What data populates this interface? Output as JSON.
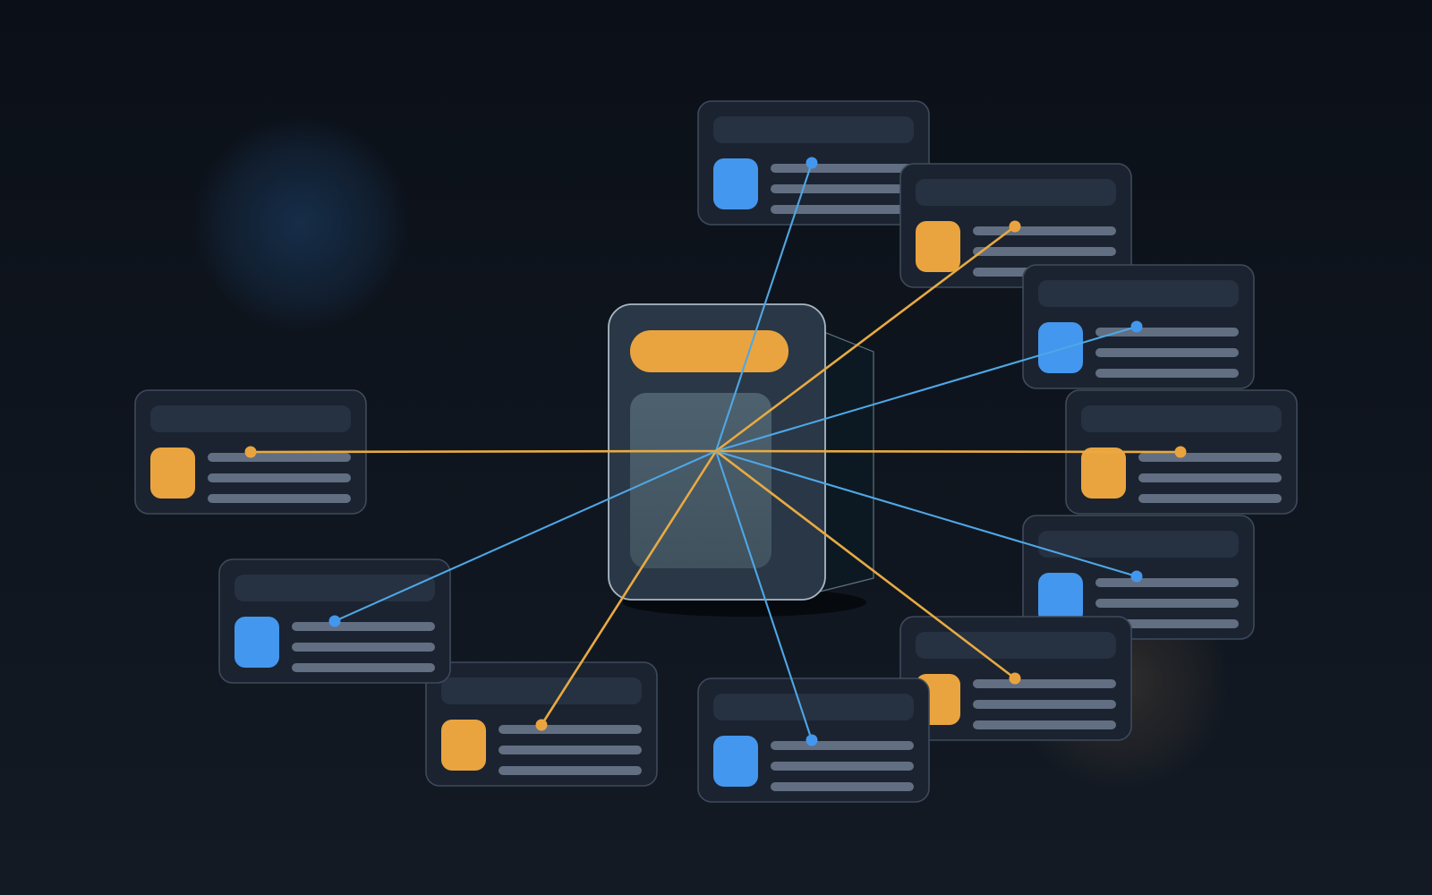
{
  "palette": {
    "background_top": "#0b1018",
    "background_bottom": "#131a24",
    "card_fill": "#1b2330",
    "card_stroke": "#3e4a5b",
    "card_title_bar": "#263142",
    "text_line": "#667387",
    "accent_blue": "#4497ee",
    "accent_orange": "#eaa43f",
    "link_blue": "#4ea7e6",
    "link_orange": "#e8aa42",
    "hub_body": "#2a3746",
    "hub_panel": "#465a67",
    "hub_side": "#0c1922",
    "hub_stroke": "#aab8c4",
    "glow_blue": "#17304d",
    "glow_orange": "#4b4038"
  },
  "diagram": {
    "hub": {
      "name": "central-server",
      "icon": "server-icon",
      "header_color": "orange"
    },
    "nodes": [
      {
        "id": "top-center",
        "accent": "blue"
      },
      {
        "id": "top-right",
        "accent": "orange"
      },
      {
        "id": "upper-right",
        "accent": "blue"
      },
      {
        "id": "right",
        "accent": "orange"
      },
      {
        "id": "lower-right",
        "accent": "blue"
      },
      {
        "id": "bottom-right",
        "accent": "orange"
      },
      {
        "id": "bottom-center",
        "accent": "blue"
      },
      {
        "id": "bottom-left",
        "accent": "orange"
      },
      {
        "id": "lower-left",
        "accent": "blue"
      },
      {
        "id": "left",
        "accent": "orange"
      }
    ],
    "connections": [
      {
        "from": "central-server",
        "to": "top-center",
        "color": "blue"
      },
      {
        "from": "central-server",
        "to": "top-right",
        "color": "orange"
      },
      {
        "from": "central-server",
        "to": "upper-right",
        "color": "blue"
      },
      {
        "from": "central-server",
        "to": "right",
        "color": "orange"
      },
      {
        "from": "central-server",
        "to": "lower-right",
        "color": "blue"
      },
      {
        "from": "central-server",
        "to": "bottom-right",
        "color": "orange"
      },
      {
        "from": "central-server",
        "to": "bottom-center",
        "color": "blue"
      },
      {
        "from": "central-server",
        "to": "bottom-left",
        "color": "orange"
      },
      {
        "from": "central-server",
        "to": "lower-left",
        "color": "blue"
      },
      {
        "from": "central-server",
        "to": "left",
        "color": "orange"
      }
    ]
  }
}
